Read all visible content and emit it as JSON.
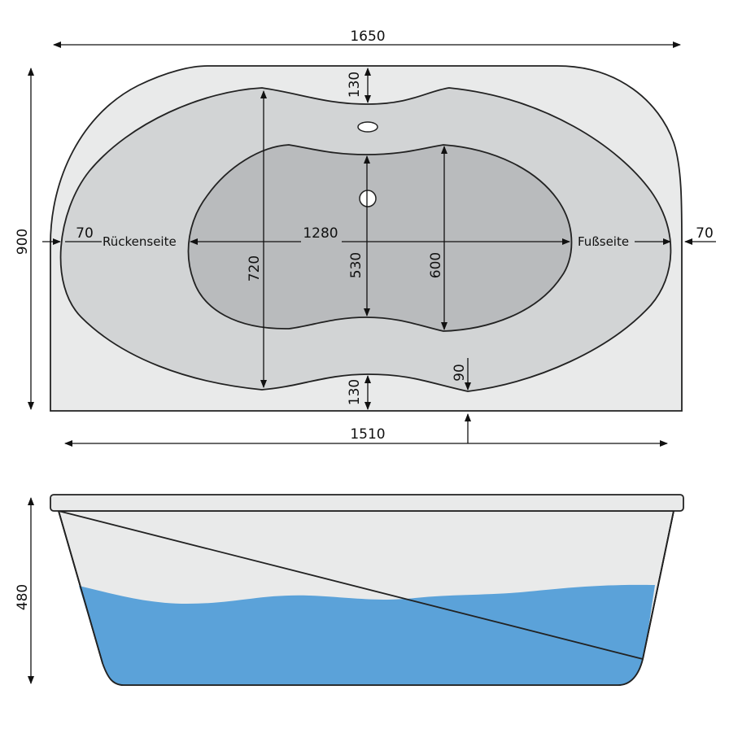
{
  "top_view": {
    "dimensions": {
      "overall_width": "1650",
      "overall_depth": "900",
      "inner_width": "1510",
      "basin_length": "1280",
      "outer_basin_depth": "720",
      "inner_basin_depth_center": "530",
      "inner_basin_depth_foot": "600",
      "rim_top": "130",
      "rim_bottom": "130",
      "rim_side_back": "70",
      "rim_side_foot": "70",
      "foot_offset": "90"
    },
    "labels": {
      "back_side": "Rückenseite",
      "foot_side": "Fußseite"
    }
  },
  "side_view": {
    "dimensions": {
      "height": "480"
    }
  },
  "colors": {
    "deck": "#e9eaea",
    "outer_basin": "#d2d4d5",
    "inner_basin": "#b9bbbd",
    "water": "#5ba2d9",
    "line": "#222222"
  }
}
